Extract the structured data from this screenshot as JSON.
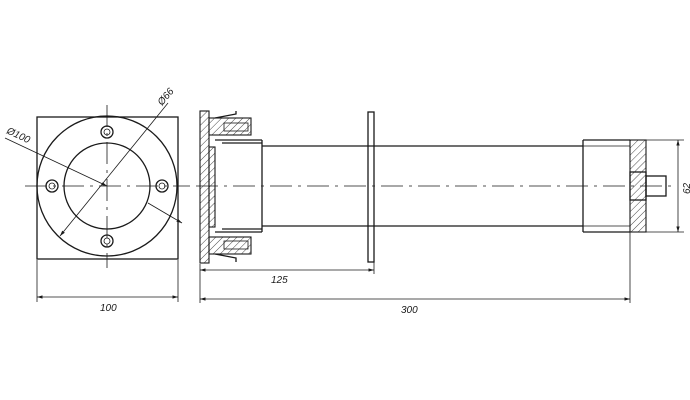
{
  "drawing": {
    "front_view": {
      "outer_diameter_label": "Ø100",
      "hole_circle_label": "Ø66",
      "width_label": "100"
    },
    "side_view": {
      "length_label": "300",
      "flange_offset_label": "125",
      "end_height_label": "62"
    }
  }
}
